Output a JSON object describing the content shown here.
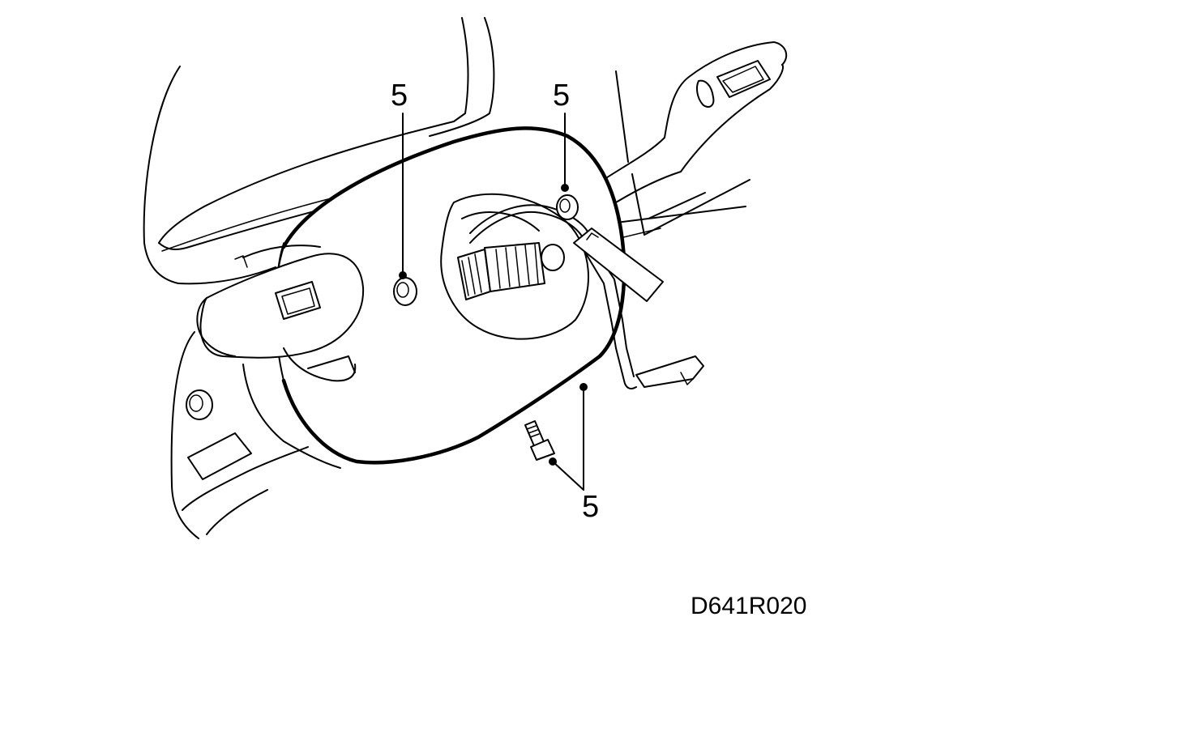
{
  "callouts": [
    {
      "id": "screw-top-left",
      "label": "5"
    },
    {
      "id": "screw-top-right",
      "label": "5"
    },
    {
      "id": "screw-bottom",
      "label": "5"
    }
  ],
  "drawing_code": "D641R020",
  "colors": {
    "line": "#000000",
    "background": "#ffffff"
  }
}
